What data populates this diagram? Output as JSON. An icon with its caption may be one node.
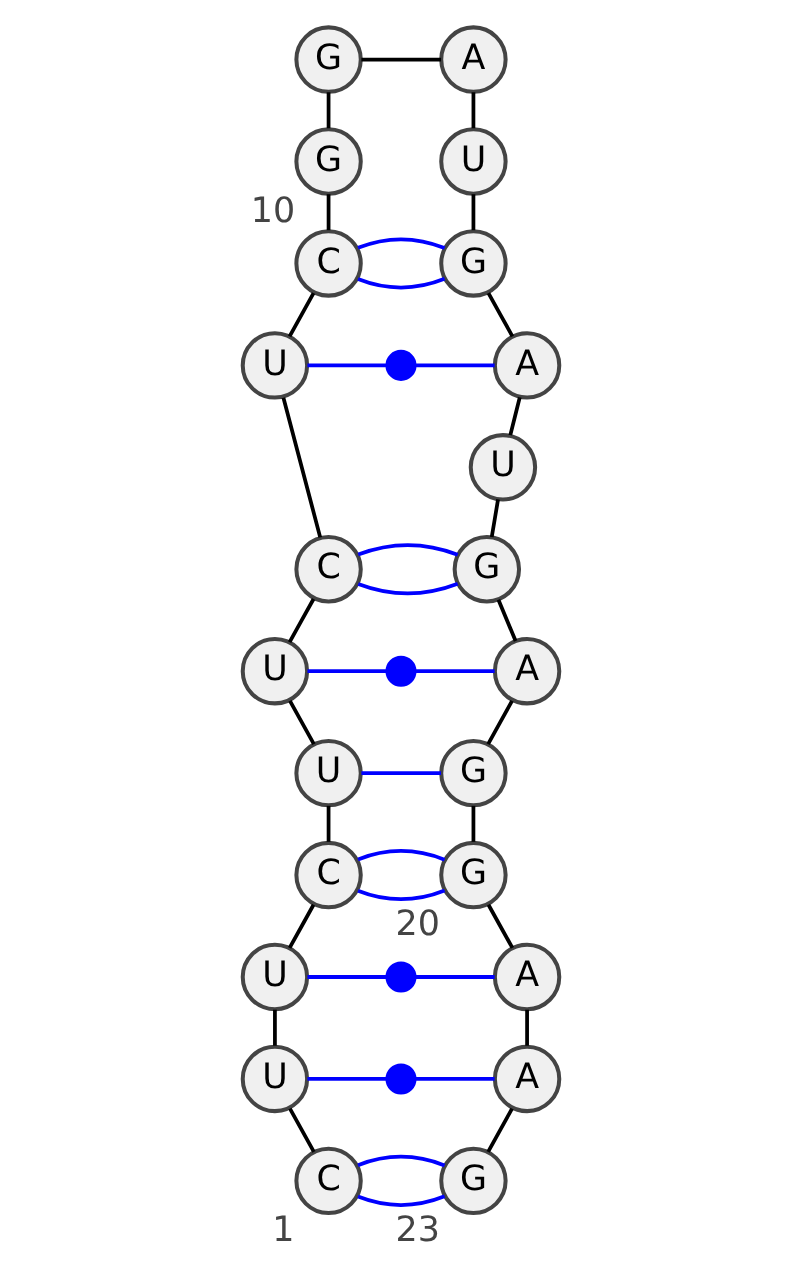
{
  "diagram": {
    "nodes": [
      {
        "text": [
          "C"
        ],
        "beside": [
          "1"
        ]
      },
      {
        "text": [
          "U"
        ]
      },
      {
        "text": [
          "U"
        ]
      },
      {
        "text": [
          "C"
        ]
      },
      {
        "text": [
          "U"
        ]
      },
      {
        "text": [
          "U"
        ]
      },
      {
        "text": [
          "C"
        ]
      },
      {
        "text": [
          "U"
        ]
      },
      {
        "text": [
          "C"
        ]
      },
      {
        "text": [
          "G"
        ],
        "beside": [
          "10"
        ]
      },
      {
        "text": [
          "G"
        ]
      },
      {
        "text": [
          "A"
        ]
      },
      {
        "text": [
          "U"
        ]
      },
      {
        "text": [
          "G"
        ]
      },
      {
        "text": [
          "A"
        ]
      },
      {
        "text": [
          "U"
        ]
      },
      {
        "text": [
          "G"
        ]
      },
      {
        "text": [
          "A"
        ]
      },
      {
        "text": [
          "G"
        ]
      },
      {
        "text": [
          "G"
        ],
        "beside": [
          "20"
        ]
      },
      {
        "text": [
          "A"
        ]
      },
      {
        "text": [
          "A"
        ]
      },
      {
        "text": [
          "G"
        ],
        "beside": [
          "23"
        ]
      },
      {
        "text": [],
        "shape": "circle"
      },
      {
        "text": [],
        "shape": "circle"
      },
      {
        "text": [],
        "shape": "circle"
      },
      {
        "text": [],
        "shape": "circle"
      }
    ],
    "edges": [
      {
        "from": 0,
        "to": 1,
        "arrow": "none"
      },
      {
        "from": 1,
        "to": 2,
        "arrow": "none"
      },
      {
        "from": 2,
        "to": 3,
        "arrow": "none"
      },
      {
        "from": 3,
        "to": 4,
        "arrow": "none"
      },
      {
        "from": 4,
        "to": 5,
        "arrow": "none"
      },
      {
        "from": 5,
        "to": 6,
        "arrow": "none"
      },
      {
        "from": 6,
        "to": 7,
        "arrow": "none"
      },
      {
        "from": 7,
        "to": 8,
        "arrow": "none"
      },
      {
        "from": 8,
        "to": 9,
        "arrow": "none"
      },
      {
        "from": 9,
        "to": 10,
        "arrow": "none"
      },
      {
        "from": 10,
        "to": 11,
        "arrow": "none"
      },
      {
        "from": 12,
        "to": 11,
        "arrow": "none"
      },
      {
        "from": 13,
        "to": 12,
        "arrow": "none"
      },
      {
        "from": 14,
        "to": 13,
        "arrow": "none"
      },
      {
        "from": 15,
        "to": 14,
        "arrow": "none"
      },
      {
        "from": 16,
        "to": 15,
        "arrow": "none"
      },
      {
        "from": 17,
        "to": 16,
        "arrow": "none"
      },
      {
        "from": 18,
        "to": 17,
        "arrow": "none"
      },
      {
        "from": 19,
        "to": 18,
        "arrow": "none"
      },
      {
        "from": 20,
        "to": 19,
        "arrow": "none"
      },
      {
        "from": 21,
        "to": 20,
        "arrow": "none"
      },
      {
        "from": 22,
        "to": 21,
        "arrow": "none"
      },
      {
        "from": 0,
        "to": 22,
        "arrow": "none",
        "color": "#0000ff"
      },
      {
        "from": 0,
        "to": 22,
        "arrow": "none",
        "color": "#0000ff"
      },
      {
        "from": 1,
        "to": 26,
        "arrow": "none",
        "color": "#0000ff"
      },
      {
        "from": 26,
        "to": 21,
        "arrow": "none",
        "color": "#0000ff"
      },
      {
        "from": 2,
        "to": 25,
        "arrow": "none",
        "color": "#0000ff"
      },
      {
        "from": 25,
        "to": 20,
        "arrow": "none",
        "color": "#0000ff"
      },
      {
        "from": 3,
        "to": 19,
        "arrow": "none",
        "color": "#0000ff"
      },
      {
        "from": 3,
        "to": 19,
        "arrow": "none",
        "color": "#0000ff"
      },
      {
        "from": 4,
        "to": 18,
        "arrow": "none",
        "color": "#0000ff"
      },
      {
        "from": 5,
        "to": 24,
        "arrow": "none",
        "color": "#0000ff"
      },
      {
        "from": 24,
        "to": 17,
        "arrow": "none",
        "color": "#0000ff"
      },
      {
        "from": 6,
        "to": 16,
        "arrow": "none",
        "color": "#0000ff"
      },
      {
        "from": 6,
        "to": 16,
        "arrow": "none",
        "color": "#0000ff"
      },
      {
        "from": 7,
        "to": 23,
        "arrow": "none",
        "color": "#0000ff"
      },
      {
        "from": 23,
        "to": 14,
        "arrow": "none",
        "color": "#0000ff"
      },
      {
        "from": 8,
        "to": 13,
        "arrow": "none",
        "color": "#0000ff"
      },
      {
        "from": 8,
        "to": 13,
        "arrow": "none",
        "color": "#0000ff"
      }
    ]
  }
}
